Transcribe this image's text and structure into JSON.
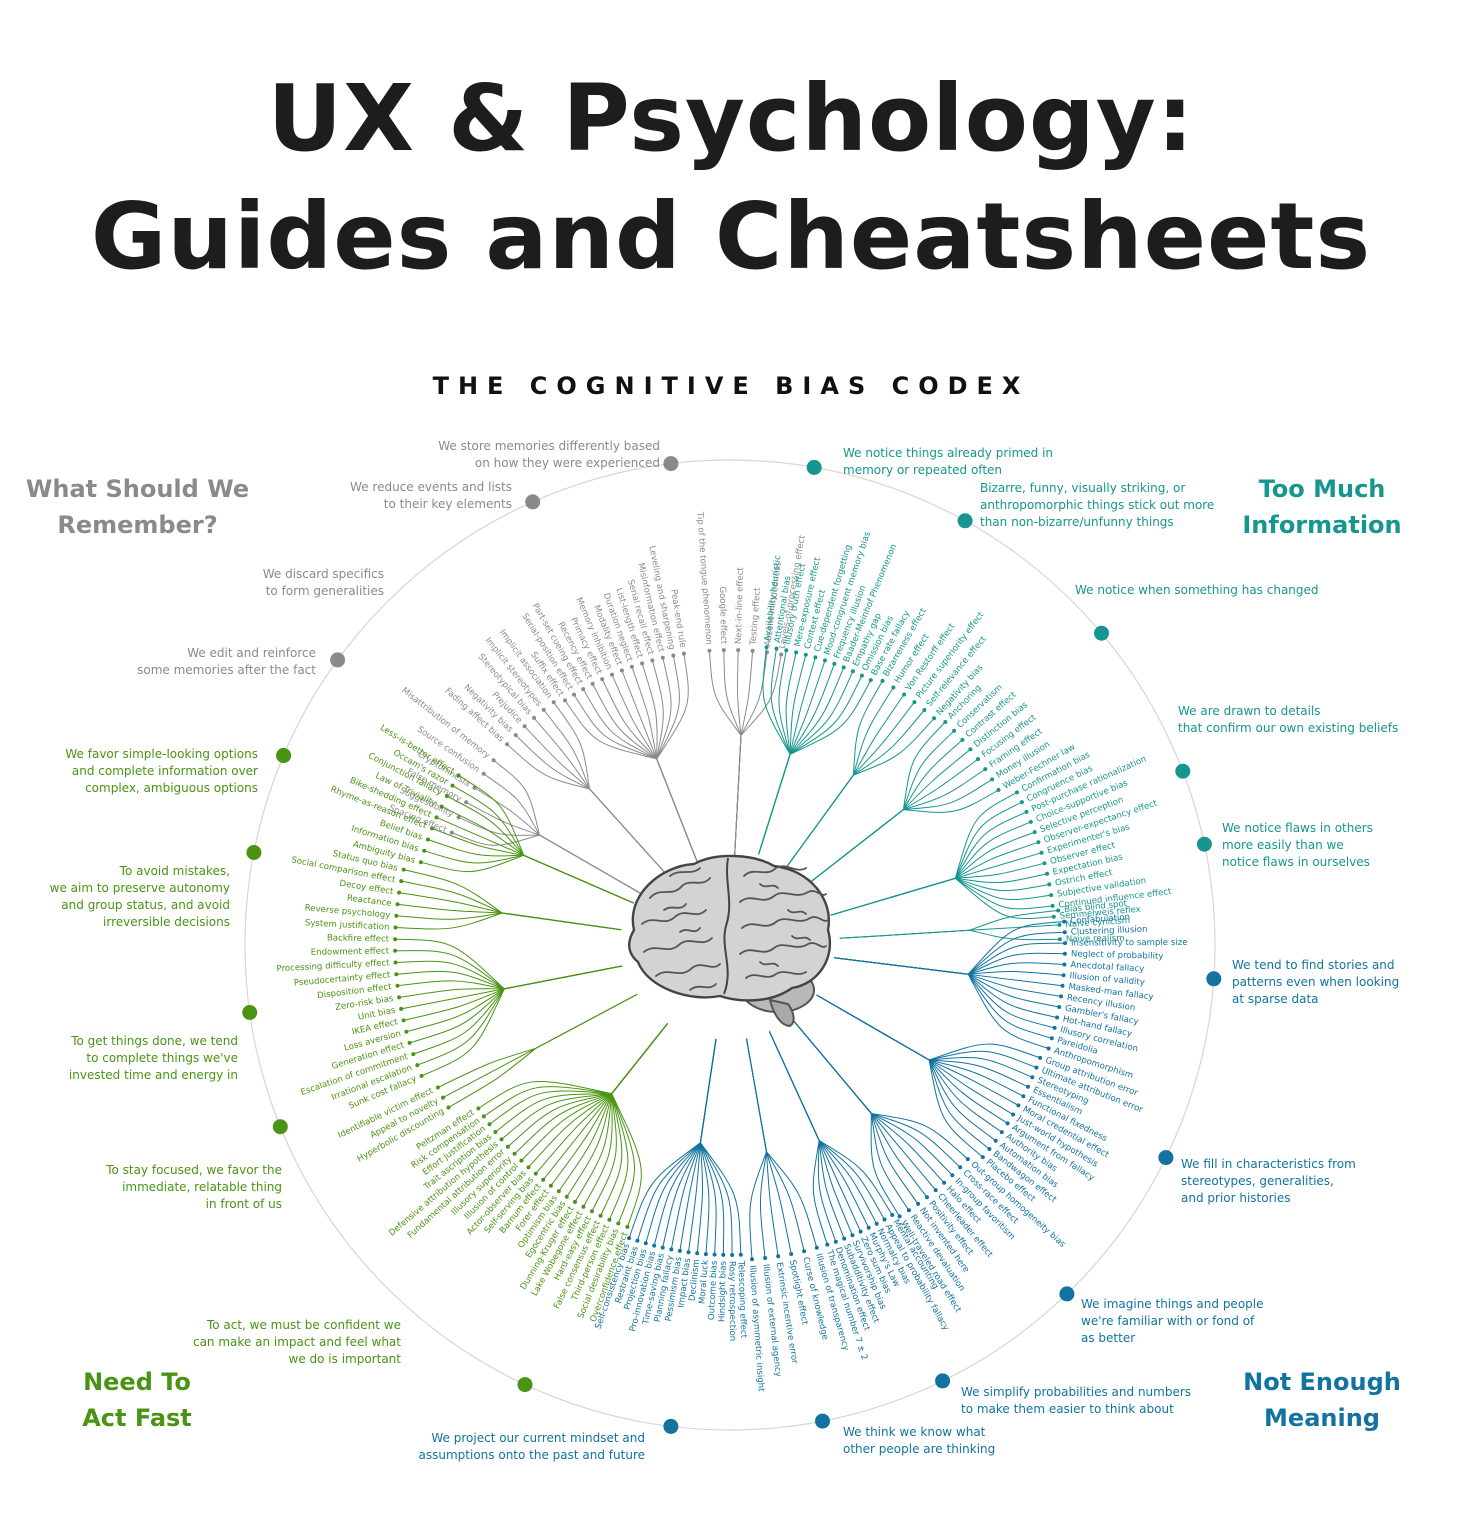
{
  "title_lines": [
    "UX & Psychology:",
    "Guides and Cheatsheets"
  ],
  "codex_title": "THE COGNITIVE BIAS CODEX",
  "colors": {
    "remember": "#8a8a8a",
    "too_much": "#16968f",
    "meaning": "#1273a0",
    "act_fast": "#4a9414",
    "ring": "#d6d6d6",
    "brain_fill": "#cfcfcf",
    "brain_stroke": "#555555"
  },
  "icon": "brain-illustration",
  "quadrants": {
    "remember": [
      "What Should We",
      "Remember?"
    ],
    "too_much": [
      "Too Much",
      "Information"
    ],
    "meaning": [
      "Not Enough",
      "Meaning"
    ],
    "act_fast": [
      "Need To",
      "Act Fast"
    ]
  },
  "categories": {
    "remember": [
      {
        "lines": [
          "We store memories differently based",
          "on how they were experienced"
        ],
        "biases": [
          "Tip of the tongue phenomenon",
          "Google effect",
          "Next-in-line effect",
          "Testing effect",
          "Absent-mindedness",
          "Levels-of-processing effect"
        ]
      },
      {
        "lines": [
          "We reduce events and lists",
          "to their key elements"
        ],
        "biases": [
          "Suffix effect",
          "Serial-position effect",
          "Part-set cueing effect",
          "Recency effect",
          "Primacy effect",
          "Memory inhibition",
          "Modality effect",
          "Duration neglect",
          "List-length effect",
          "Serial recall effect",
          "Misinformation effect",
          "Leveling and sharpening",
          "Peak-end rule"
        ]
      },
      {
        "lines": [
          "We discard specifics",
          "to form generalities"
        ],
        "biases": [
          "Fading affect bias",
          "Negativity bias",
          "Prejudice",
          "Stereotypical bias",
          "Implicit stereotypes",
          "Implicit association"
        ]
      },
      {
        "lines": [
          "We edit and reinforce",
          "some memories after the fact"
        ],
        "biases": [
          "Spacing effect",
          "Suggestibility",
          "False memory",
          "Cryptomnesia",
          "Source confusion",
          "Misattribution of memory"
        ]
      }
    ],
    "too_much": [
      {
        "lines": [
          "We notice things already primed in",
          "memory or repeated often"
        ],
        "biases": [
          "Availability heuristic",
          "Attentional bias",
          "Illusory truth effect",
          "Mere-exposure effect",
          "Context effect",
          "Cue-dependent forgetting",
          "Mood-congruent memory bias",
          "Frequency illusion",
          "Baader-Meinhof Phenomenon",
          "Empathy gap",
          "Omission bias",
          "Base rate fallacy"
        ]
      },
      {
        "lines": [
          "Bizarre, funny, visually striking, or",
          "anthropomorphic things stick out more",
          "than non-bizarre/unfunny things"
        ],
        "biases": [
          "Bizarreness effect",
          "Humor effect",
          "Von Restorff effect",
          "Picture superiority effect",
          "Self-relevance effect",
          "Negativity bias"
        ]
      },
      {
        "lines": [
          "We notice when something has changed"
        ],
        "biases": [
          "Anchoring",
          "Conservatism",
          "Contrast effect",
          "Distinction bias",
          "Focusing effect",
          "Framing effect",
          "Money illusion",
          "Weber-Fechner law"
        ]
      },
      {
        "lines": [
          "We are drawn to details",
          "that confirm our own existing beliefs"
        ],
        "biases": [
          "Confirmation bias",
          "Congruence bias",
          "Post-purchase rationalization",
          "Choice-supportive bias",
          "Selective perception",
          "Observer-expectancy effect",
          "Experimenter's bias",
          "Observer effect",
          "Expectation bias",
          "Ostrich effect",
          "Subjective validation",
          "Continued influence effect",
          "Semmelweis reflex"
        ]
      },
      {
        "lines": [
          "We notice flaws in others",
          "more easily than we",
          "notice flaws in ourselves"
        ],
        "biases": [
          "Bias blind spot",
          "Naive cynicism",
          "Naive realism"
        ]
      }
    ],
    "meaning": [
      {
        "lines": [
          "We tend to find stories and",
          "patterns even when looking",
          "at sparse data"
        ],
        "biases": [
          "Confabulation",
          "Clustering illusion",
          "Insensitivity to sample size",
          "Neglect of probability",
          "Anecdotal fallacy",
          "Illusion of validity",
          "Masked-man fallacy",
          "Recency illusion",
          "Gambler's fallacy",
          "Hot-hand fallacy",
          "Illusory correlation",
          "Pareidolia",
          "Anthropomorphism"
        ]
      },
      {
        "lines": [
          "We fill in characteristics from",
          "stereotypes, generalities,",
          "and prior histories"
        ],
        "biases": [
          "Group attribution error",
          "Ultimate attribution error",
          "Stereotyping",
          "Essentialism",
          "Functional fixedness",
          "Moral credential effect",
          "Just-world hypothesis",
          "Argument from fallacy",
          "Authority bias",
          "Automation bias",
          "Bandwagon effect",
          "Placebo effect"
        ]
      },
      {
        "lines": [
          "We imagine things and people",
          "we're familiar with or fond of",
          "as better"
        ],
        "biases": [
          "Out-group homogeneity bias",
          "Cross-race effect",
          "In-group favoritism",
          "Halo effect",
          "Cheerleader effect",
          "Positivity effect",
          "Not invented here",
          "Reactive devaluation",
          "Well-traveled road effect"
        ]
      },
      {
        "lines": [
          "We simplify probabilities and numbers",
          "to make them easier to think about"
        ],
        "biases": [
          "Mental accounting",
          "Appeal to probability fallacy",
          "Normalcy bias",
          "Murphy's Law",
          "Zero sum bias",
          "Survivorship bias",
          "Subadditivity effect",
          "Denomination effect",
          "The magical number 7 ± 2"
        ]
      },
      {
        "lines": [
          "We think we know what",
          "other people are thinking"
        ],
        "biases": [
          "Illusion of transparency",
          "Curse of knowledge",
          "Spotlight effect",
          "Extrinsic incentive error",
          "Illusion of external agency",
          "Illusion of asymmetric insight"
        ]
      },
      {
        "lines": [
          "We project our current mindset and",
          "assumptions onto the past and future"
        ],
        "biases": [
          "Telescoping effect",
          "Rosy retrospection",
          "Hindsight bias",
          "Outcome bias",
          "Moral luck",
          "Declinism",
          "Impact bias",
          "Pessimism bias",
          "Planning fallacy",
          "Time-saving bias",
          "Pro-innovation bias",
          "Projection bias",
          "Restraint bias",
          "Self-consistency bias"
        ]
      }
    ],
    "act_fast": [
      {
        "lines": [
          "To act, we must be confident we",
          "can make an impact and feel what",
          "we do is important"
        ],
        "biases": [
          "Overconfidence effect",
          "Social desirability bias",
          "Third-person effect",
          "False consensus effect",
          "Hard-easy effect",
          "Lake Wobegone effect",
          "Dunning-Kruger effect",
          "Egocentric bias",
          "Optimism bias",
          "Forer effect",
          "Barnum effect",
          "Self-serving bias",
          "Actor-observer bias",
          "Illusion of control",
          "Illusory superiority",
          "Fundamental attribution error",
          "Defensive attribution hypothesis",
          "Trait ascription bias",
          "Effort justification",
          "Risk compensation",
          "Peltzman effect"
        ]
      },
      {
        "lines": [
          "To stay focused, we favor the",
          "immediate, relatable thing",
          "in front of us"
        ],
        "biases": [
          "Hyperbolic discounting",
          "Appeal to novelty",
          "Identifiable victim effect"
        ]
      },
      {
        "lines": [
          "To get things done, we tend",
          "to complete things we've",
          "invested time and energy in"
        ],
        "biases": [
          "Sunk cost fallacy",
          "Irrational escalation",
          "Escalation of commitment",
          "Generation effect",
          "Loss aversion",
          "IKEA effect",
          "Unit bias",
          "Zero-risk bias",
          "Disposition effect",
          "Pseudocertainty effect",
          "Processing difficulty effect",
          "Endowment effect",
          "Backfire effect"
        ]
      },
      {
        "lines": [
          "To avoid mistakes,",
          "we aim to preserve autonomy",
          "and group status, and avoid",
          "irreversible decisions"
        ],
        "biases": [
          "System justification",
          "Reverse psychology",
          "Reactance",
          "Decoy effect",
          "Social comparison effect",
          "Status quo bias"
        ]
      },
      {
        "lines": [
          "We favor simple-looking options",
          "and complete information over",
          "complex, ambiguous options"
        ],
        "biases": [
          "Ambiguity bias",
          "Information bias",
          "Belief bias",
          "Rhyme-as-reason effect",
          "Bike-shedding effect",
          "Law of Triviality",
          "Conjunction fallacy",
          "Occam's razor",
          "Less-is-better effect"
        ]
      }
    ]
  }
}
